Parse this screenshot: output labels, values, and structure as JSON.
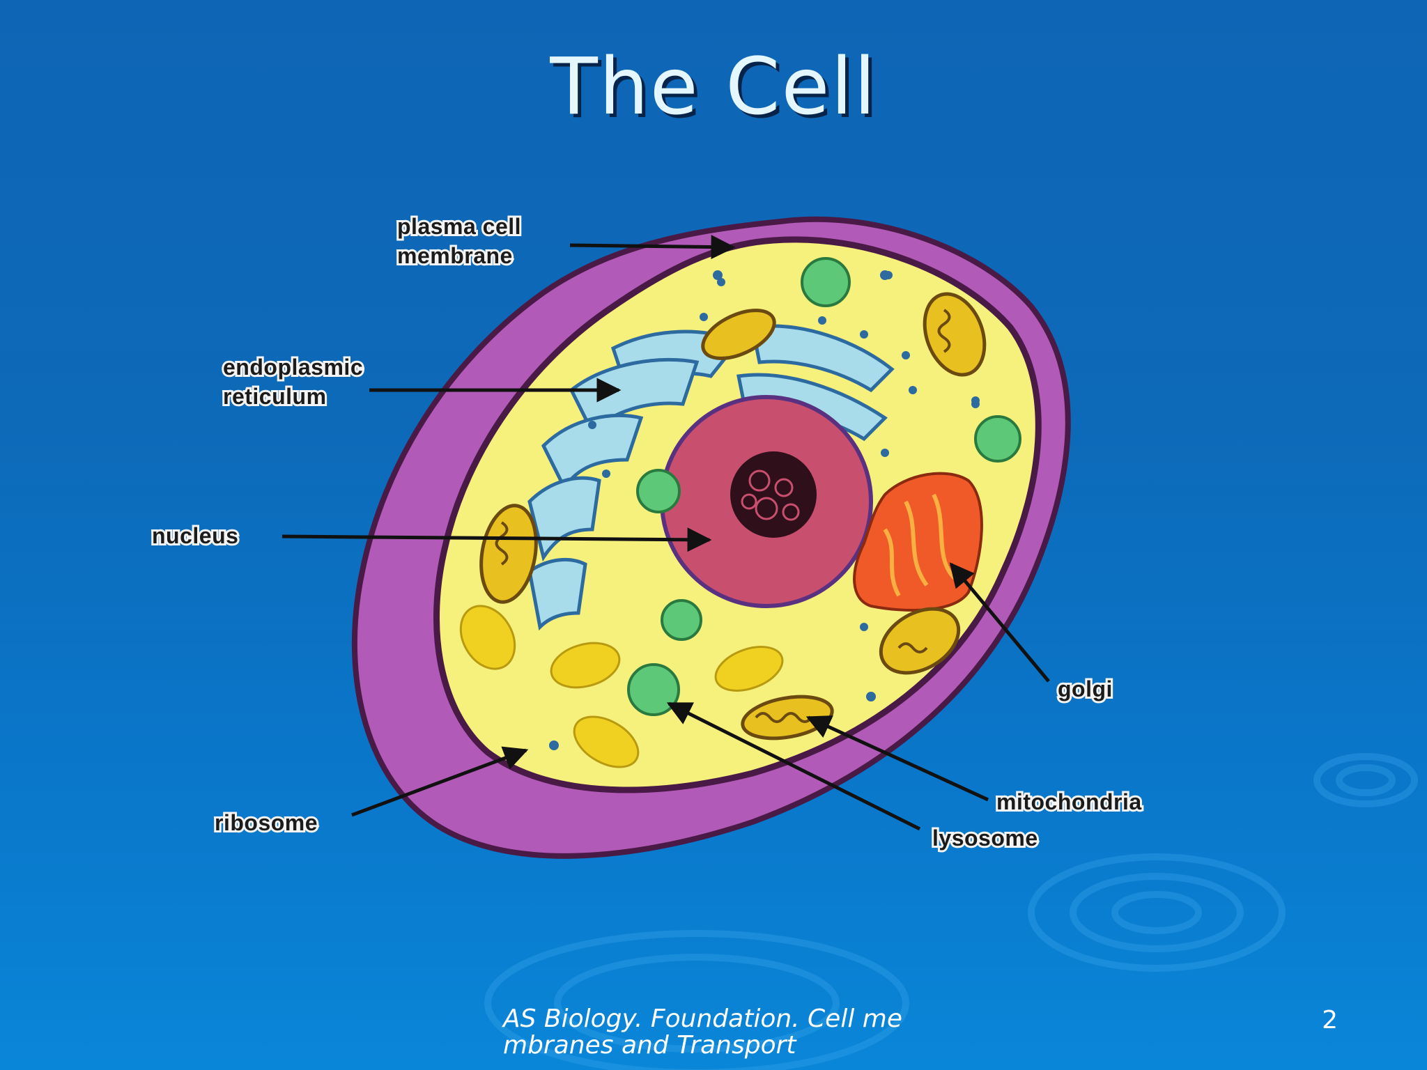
{
  "slide": {
    "title": "The Cell",
    "footer_line1": "AS Biology. Foundation. Cell me",
    "footer_line2": "mbranes and Transport",
    "page_number": "2"
  },
  "diagram": {
    "labels": {
      "plasma_membrane_1": "plasma cell",
      "plasma_membrane_2": "membrane",
      "er_1": "endoplasmic",
      "er_2": "reticulum",
      "nucleus": "nucleus",
      "golgi": "golgi",
      "mitochondria": "mitochondria",
      "lysosome": "lysosome",
      "ribosome": "ribosome"
    },
    "colors": {
      "membrane": "#b25ab8",
      "membrane_outline": "#4a1a46",
      "cytoplasm": "#f6f07c",
      "nucleus": "#c8506e",
      "nucleolus": "#2e0f1a",
      "er": "#a8dcea",
      "golgi": "#f05a28",
      "mitochondria": "#e8c020",
      "lysosome": "#5cc878"
    }
  }
}
